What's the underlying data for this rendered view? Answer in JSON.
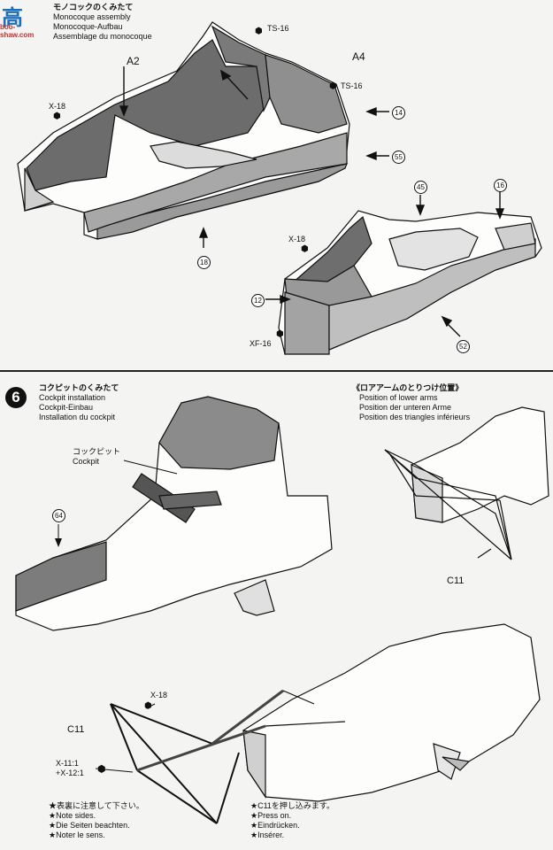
{
  "watermark": {
    "glyph": "高",
    "text": "boo-shaw.com"
  },
  "section5": {
    "title_jp": "モノコックのくみたて",
    "title_en": "Monocoque assembly",
    "title_de": "Monocoque-Aufbau",
    "title_fr": "Assemblage du monocoque",
    "labels": {
      "a2": "A2",
      "a4": "A4",
      "ts16_top": "TS-16",
      "ts16_mid": "TS-16",
      "x18_left": "X-18",
      "x18_right": "X-18",
      "xf16": "XF-16",
      "c14": "14",
      "c55": "55",
      "c18": "18",
      "c45": "45",
      "c16": "16",
      "c12": "12",
      "c52": "52"
    }
  },
  "section6": {
    "step_number": "6",
    "title_jp": "コクピットのくみたて",
    "title_en": "Cockpit installation",
    "title_de": "Cockpit-Einbau",
    "title_fr": "Installation du cockpit",
    "cockpit_jp": "コックピット",
    "cockpit_en": "Cockpit",
    "c64": "64",
    "lower_title_jp": "《ロアアームのとりつけ位置》",
    "lower_en": "Position of lower arms",
    "lower_de": "Position der unteren Arme",
    "lower_fr": "Position des triangles inférieurs",
    "c11_right": "C11",
    "c11_left": "C11",
    "x18": "X-18",
    "x11": "X-11:1",
    "x12": "+X-12:1",
    "note_jp": "★表裏に注意して下さい。",
    "note_en": "★Note sides.",
    "note_de": "★Die Seiten beachten.",
    "note_fr": "★Noter le sens.",
    "press_jp": "★C11を押し込みます。",
    "press_en": "★Press on.",
    "press_de": "★Eindrücken.",
    "press_fr": "★Insérer."
  }
}
